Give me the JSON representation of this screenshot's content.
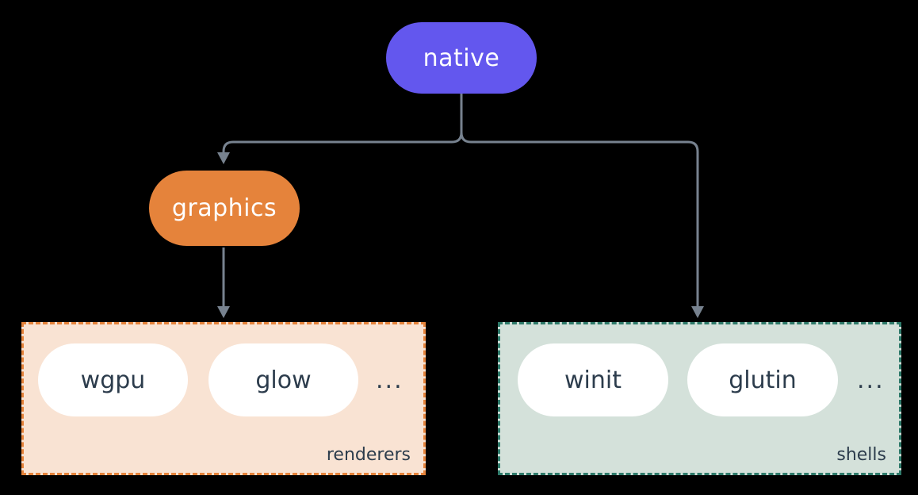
{
  "diagram": {
    "nodes": {
      "native": {
        "label": "native"
      },
      "graphics": {
        "label": "graphics"
      }
    },
    "groups": {
      "renderers": {
        "label": "renderers",
        "items": [
          {
            "label": "wgpu"
          },
          {
            "label": "glow"
          }
        ],
        "ellipsis": "..."
      },
      "shells": {
        "label": "shells",
        "items": [
          {
            "label": "winit"
          },
          {
            "label": "glutin"
          }
        ],
        "ellipsis": "..."
      }
    },
    "edges": [
      {
        "from": "native",
        "to": "graphics"
      },
      {
        "from": "native",
        "to": "shells"
      },
      {
        "from": "graphics",
        "to": "renderers"
      }
    ]
  },
  "colors": {
    "page_bg": "#000000",
    "native_fill": "#6357ee",
    "graphics_fill": "#e5833b",
    "node_text": "#ffffff",
    "connector": "#77828f",
    "renderers_bg": "#f9e3d3",
    "renderers_border": "#e5833b",
    "shells_bg": "#d4e1da",
    "shells_border": "#2e7a6a",
    "item_pill_bg": "#ffffff",
    "item_text": "#2c3c4c",
    "group_label_text": "#2c3c4c"
  }
}
